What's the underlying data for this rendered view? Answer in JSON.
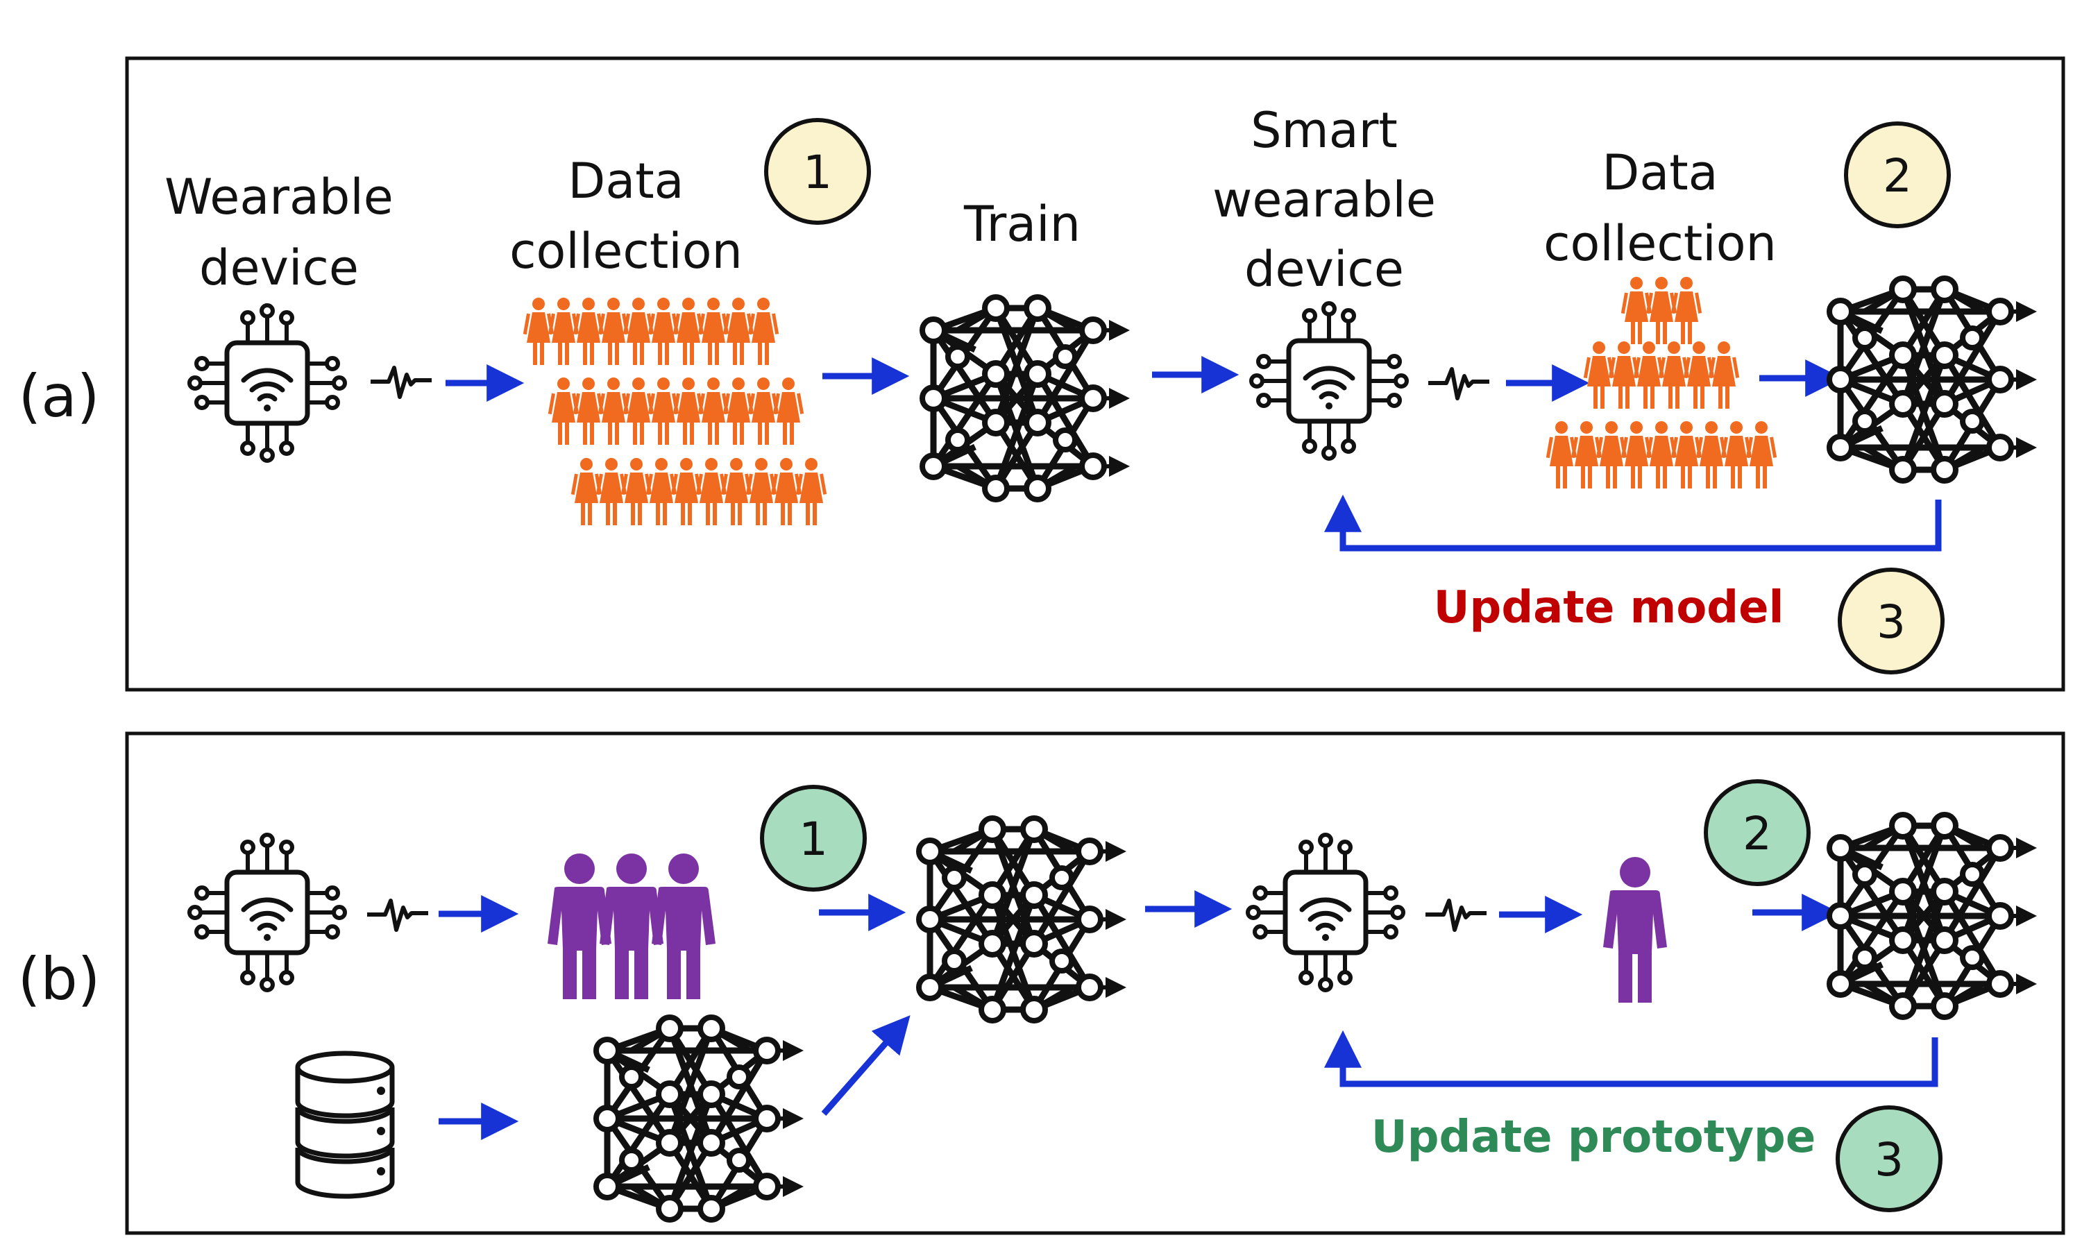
{
  "panel_a": {
    "label": "(a)",
    "wearable_line1": "Wearable",
    "wearable_line2": "device",
    "data1_line1": "Data",
    "data1_line2": "collection",
    "train": "Train",
    "smart_line1": "Smart",
    "smart_line2": "wearable",
    "smart_line3": "device",
    "data2_line1": "Data",
    "data2_line2": "collection",
    "step1": "1",
    "step2": "2",
    "step3": "3",
    "update_label": "Update model"
  },
  "panel_b": {
    "label": "(b)",
    "step1": "1",
    "step2": "2",
    "step3": "3",
    "update_label": "Update prototype"
  },
  "colors": {
    "arrow": "#1733d6",
    "people_orange": "#f06a1f",
    "people_purple": "#7b33a3",
    "circle_yellow": "#faf3cd",
    "circle_green": "#a8dcbf",
    "update_red": "#c00000",
    "update_green": "#2e8b57"
  }
}
